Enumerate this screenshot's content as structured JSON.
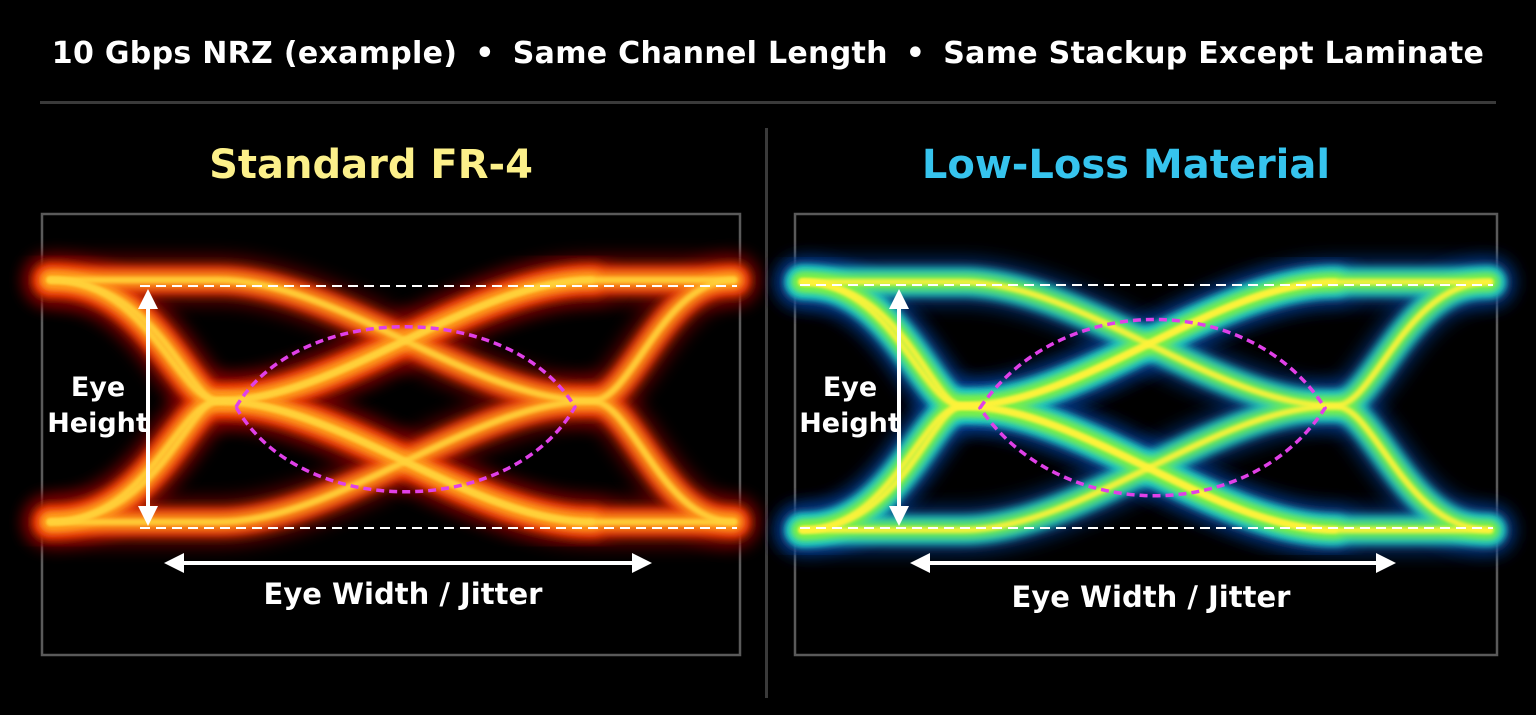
{
  "header": {
    "part1": "10 Gbps NRZ (example)",
    "bullet1": "•",
    "part2": "Same Channel Length",
    "bullet2": "•",
    "part3": "Same Stackup Except Laminate"
  },
  "panels": [
    {
      "title": "Standard FR-4",
      "title_color": "#fcf08a",
      "eye_height_line1": "Eye",
      "eye_height_line2": "Height",
      "eye_width_label": "Eye Width / Jitter",
      "trace_colors": {
        "outer": "#8a0a00",
        "mid": "#e83a0a",
        "inner": "#ff9a1a",
        "core": "#ffd23a"
      }
    },
    {
      "title": "Low-Loss Material",
      "title_color": "#36c4ee",
      "eye_height_line1": "Eye",
      "eye_height_line2": "Height",
      "eye_width_label": "Eye Width / Jitter",
      "trace_colors": {
        "outer": "#0a3a8a",
        "mid": "#1ec8c8",
        "inner": "#7af04a",
        "core": "#fff23a"
      }
    }
  ],
  "colors": {
    "background": "#000000",
    "frame": "#5a5a5a",
    "eye_outline": "#e040e8",
    "guide_line": "#ffffff"
  }
}
